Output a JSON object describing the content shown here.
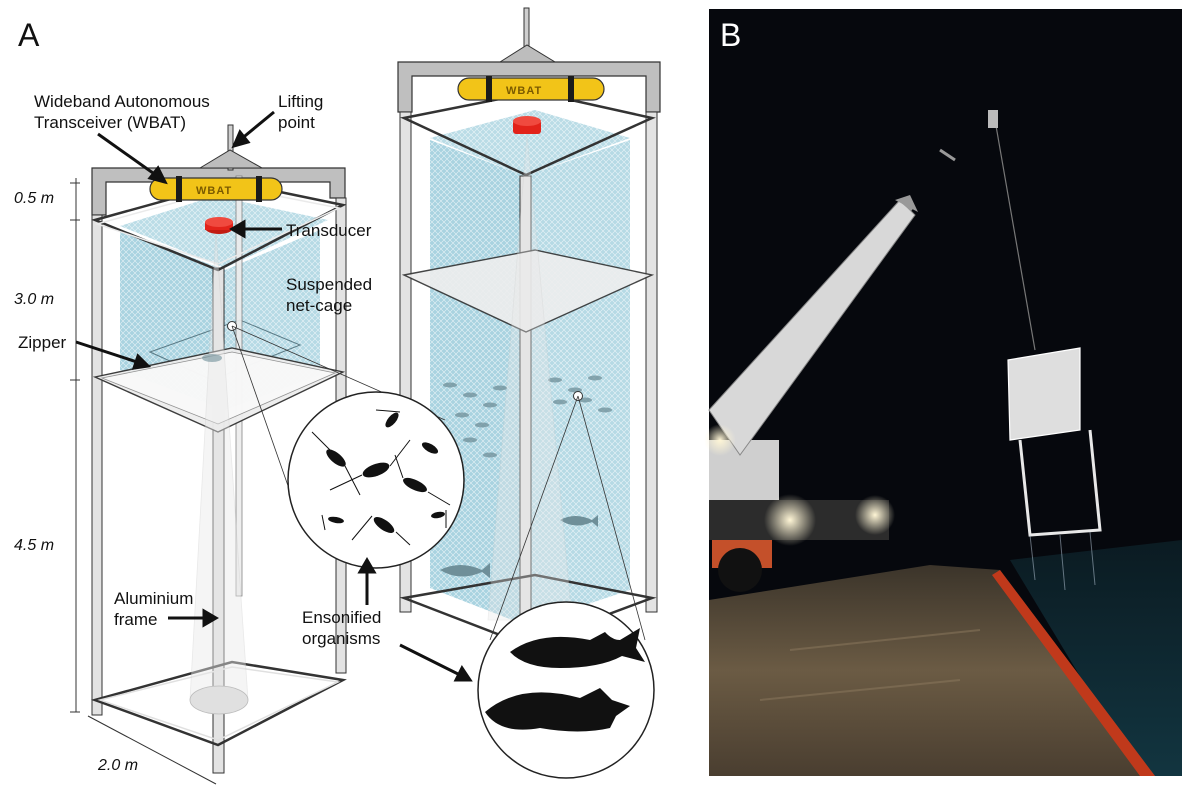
{
  "panels": {
    "a": "A",
    "b": "B"
  },
  "labels": {
    "wbat": [
      "Wideband Autonomous",
      "Transceiver (WBAT)"
    ],
    "lifting": [
      "Lifting",
      "point"
    ],
    "transducer": "Transducer",
    "netcage": [
      "Suspended",
      "net-cage"
    ],
    "zipper": "Zipper",
    "frame": [
      "Aluminium",
      "frame"
    ],
    "organisms": [
      "Ensonified",
      "organisms"
    ],
    "wbat_brand": "WBAT"
  },
  "dimensions": {
    "top": "0.5 m",
    "upper": "3.0 m",
    "lower": "4.5 m",
    "width": "2.0 m"
  },
  "colors": {
    "frame": "#d9d9d9",
    "frame_stroke": "#3a3a3a",
    "net": "#a9d3e0",
    "wbat": "#f2c418",
    "transducer": "#e2231a",
    "photo_sky": "#06080d",
    "photo_water": "#0e2a33"
  }
}
